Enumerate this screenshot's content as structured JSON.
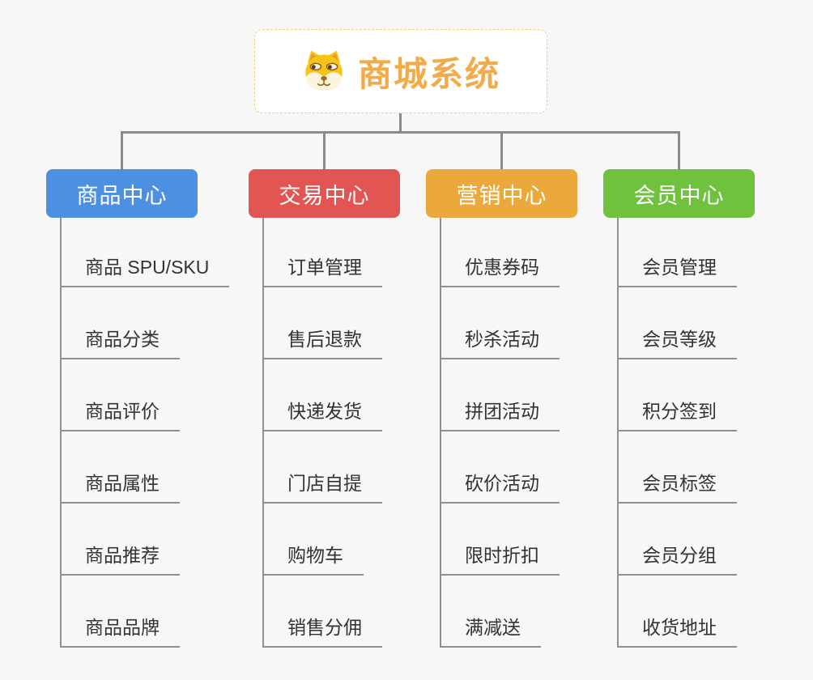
{
  "root": {
    "title": "商城系统",
    "icon": "dog-face-icon"
  },
  "branches": [
    {
      "label": "商品中心",
      "color": "#4d90e2",
      "children": [
        "商品 SPU/SKU",
        "商品分类",
        "商品评价",
        "商品属性",
        "商品推荐",
        "商品品牌"
      ]
    },
    {
      "label": "交易中心",
      "color": "#e15652",
      "children": [
        "订单管理",
        "售后退款",
        "快递发货",
        "门店自提",
        "购物车",
        "销售分佣"
      ]
    },
    {
      "label": "营销中心",
      "color": "#eba93b",
      "children": [
        "优惠券码",
        "秒杀活动",
        "拼团活动",
        "砍价活动",
        "限时折扣",
        "满减送"
      ]
    },
    {
      "label": "会员中心",
      "color": "#6fc13e",
      "children": [
        "会员管理",
        "会员等级",
        "积分签到",
        "会员标签",
        "会员分组",
        "收货地址"
      ]
    }
  ],
  "colors": {
    "background": "#f7f7f7",
    "connector": "#8a8a8a",
    "leaf_line": "#909090",
    "leaf_text": "#333333",
    "root_text": "#f2ab4a",
    "root_border": "#f6c87b"
  }
}
